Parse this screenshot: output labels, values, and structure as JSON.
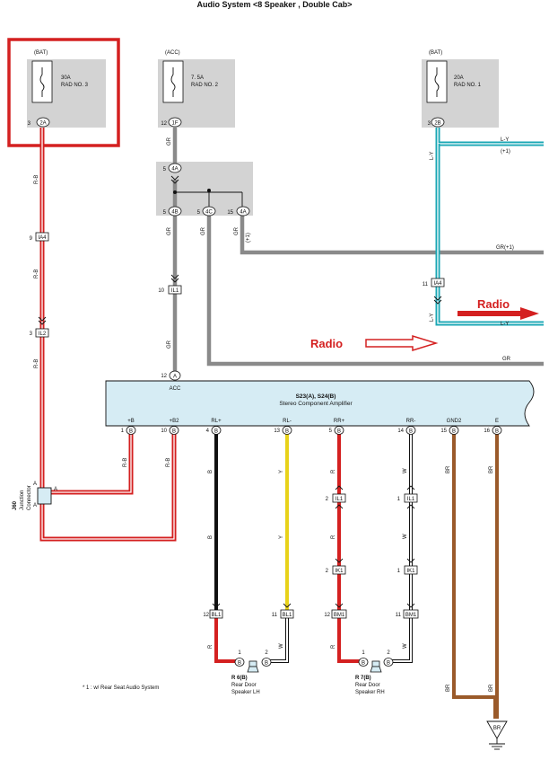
{
  "title": "Audio System <8 Speaker , Double Cab>",
  "fuses": [
    {
      "source": "(BAT)",
      "rating": "30A",
      "name": "RAD NO. 3",
      "pin": "3",
      "conn": "2A"
    },
    {
      "source": "(ACC)",
      "rating": "7. 5A",
      "name": "RAD NO. 2",
      "pin": "12",
      "conn": "1F"
    },
    {
      "source": "(BAT)",
      "rating": "20A",
      "name": "RAD NO. 1",
      "pin": "3",
      "conn": "2B"
    }
  ],
  "junction_block": {
    "top": {
      "pin": "5",
      "conn": "4A"
    },
    "outs": [
      {
        "pin": "5",
        "conn": "4B"
      },
      {
        "pin": "5",
        "conn": "4C"
      },
      {
        "pin": "15",
        "conn": "4A"
      }
    ]
  },
  "wire_colors": {
    "rb": "R-B",
    "gr": "GR",
    "ly": "L-Y",
    "b": "B",
    "y": "Y",
    "r": "R",
    "w": "W",
    "br": "BR",
    "plus1": "(+1)",
    "gr_plus1": "GR(+1)"
  },
  "connectors": {
    "ia4_left": {
      "pin": "9",
      "name": "IA4"
    },
    "il2": {
      "pin": "3",
      "name": "IL2"
    },
    "il1_center": {
      "pin": "10",
      "name": "IL1"
    },
    "ia4_right": {
      "pin": "11",
      "name": "IA4"
    },
    "acc": {
      "pin": "12",
      "conn": "A",
      "label": "ACC"
    }
  },
  "radio_labels": [
    "Radio",
    "Radio"
  ],
  "amplifier": {
    "code": "S23(A), S24(B)",
    "name": "Stereo Component Amplifier",
    "terminals": [
      {
        "label": "+B",
        "pin": "1",
        "conn": "B"
      },
      {
        "label": "+B2",
        "pin": "10",
        "conn": "B"
      },
      {
        "label": "RL+",
        "pin": "4",
        "conn": "B"
      },
      {
        "label": "RL-",
        "pin": "13",
        "conn": "B"
      },
      {
        "label": "RR+",
        "pin": "5",
        "conn": "B"
      },
      {
        "label": "RR-",
        "pin": "14",
        "conn": "B"
      },
      {
        "label": "GND2",
        "pin": "15",
        "conn": "B"
      },
      {
        "label": "E",
        "pin": "16",
        "conn": "B"
      }
    ]
  },
  "junction_connector": {
    "code": "J60",
    "line1": "Junction",
    "line2": "Connector",
    "pin": "A"
  },
  "inline_connectors": [
    {
      "pin": "2",
      "name": "IL1"
    },
    {
      "pin": "2",
      "name": "IK1"
    },
    {
      "pin": "1",
      "name": "IL1"
    },
    {
      "pin": "1",
      "name": "IK1"
    },
    {
      "pin": "12",
      "name": "BL1"
    },
    {
      "pin": "11",
      "name": "BL1"
    },
    {
      "pin": "12",
      "name": "BM1"
    },
    {
      "pin": "11",
      "name": "BM1"
    }
  ],
  "speakers": [
    {
      "code": "R 6(B)",
      "line1": "Rear Door",
      "line2": "Speaker LH",
      "pin1": "1",
      "pin2": "2",
      "conn": "B"
    },
    {
      "code": "R 7(B)",
      "line1": "Rear Door",
      "line2": "Speaker RH",
      "pin1": "1",
      "pin2": "2",
      "conn": "B"
    }
  ],
  "ground": {
    "label": "BR"
  },
  "footnote": "* 1 : w/ Rear Seat Audio System",
  "colors": {
    "red": "#d42020",
    "gray": "#8a8a8a",
    "cyan": "#1aa7b5",
    "yellow": "#e8d21a",
    "brown": "#9a5a2a",
    "black": "#111111",
    "box": "#d3d3d3",
    "amp": "#d6ecf4"
  }
}
